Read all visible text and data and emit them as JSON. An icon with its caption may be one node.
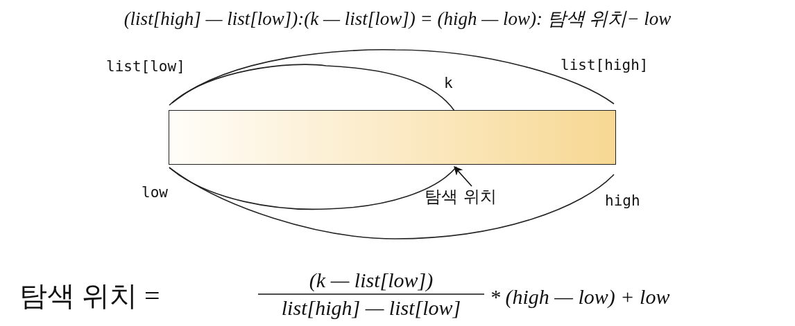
{
  "diagram": {
    "nodes": [
      {
        "text": [],
        "shape": "bar"
      },
      {
        "text": [
          "탐색 위치"
        ]
      }
    ],
    "edges": [
      {
        "from": 1,
        "to": 0,
        "arrow": "to"
      }
    ],
    "labels": [
      "(list[high] — list[low]):(k — list[low]) = (high — low): 탐색 위치− low",
      "list[low]",
      "list[high]",
      "k",
      "low",
      "high",
      "탐색 위치 =",
      "(k — list[low])",
      "list[high] — list[low]",
      "* (high — low) + low"
    ]
  }
}
